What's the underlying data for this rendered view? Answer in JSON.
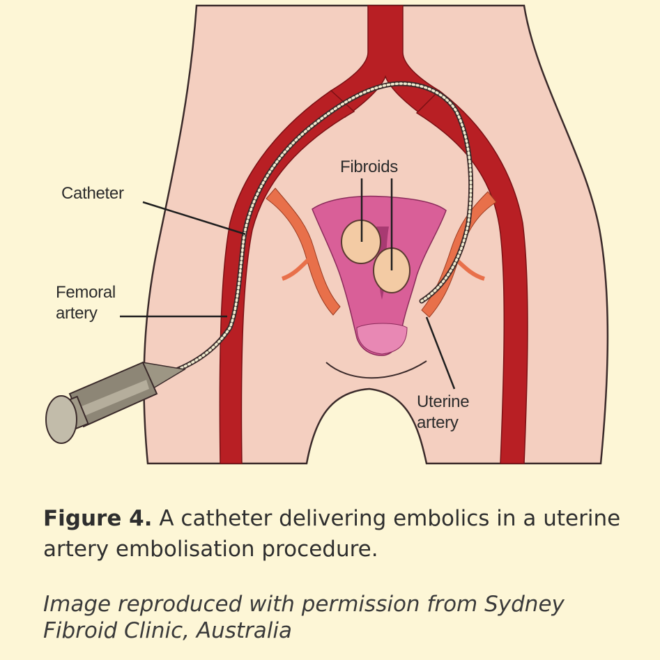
{
  "diagram": {
    "labels": {
      "catheter": "Catheter",
      "femoral_artery_line1": "Femoral",
      "femoral_artery_line2": "artery",
      "fibroids": "Fibroids",
      "uterine_artery_line1": "Uterine",
      "uterine_artery_line2": "artery"
    },
    "colors": {
      "background": "#fdf6d6",
      "body": "#f4cfc0",
      "outline": "#3a2a2a",
      "artery": "#b81f24",
      "artery_branch": "#e8704a",
      "uterus": "#d95f98",
      "fibroid": "#f3cba4",
      "catheter_beads": "#f0ecd0",
      "syringe": "#8d8676"
    }
  },
  "caption": {
    "figure_number": "Figure 4.",
    "text": " A catheter delivering embolics in a uterine artery embolisation procedure."
  },
  "credit": {
    "text": "Image reproduced with permission from Sydney Fibroid Clinic, Australia"
  }
}
